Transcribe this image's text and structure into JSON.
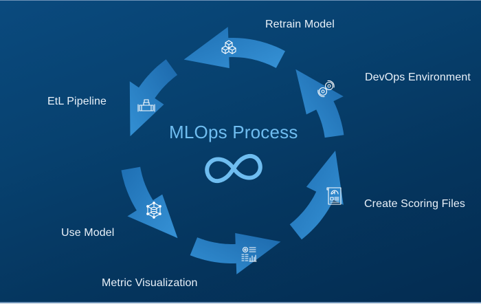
{
  "diagram": {
    "title": "MLOps Process",
    "center_icon": "infinity-icon",
    "flow_direction": "counterclockwise",
    "steps": [
      {
        "label": "Retrain Model",
        "icon": "cubes-icon"
      },
      {
        "label": "EtL Pipeline",
        "icon": "pipe-valve-icon"
      },
      {
        "label": "Use Model",
        "icon": "network-model-icon"
      },
      {
        "label": "Metric Visualization",
        "icon": "metrics-dashboard-icon"
      },
      {
        "label": "Create Scoring Files",
        "icon": "scoring-document-icon"
      },
      {
        "label": "DevOps Environment",
        "icon": "gears-cycle-icon"
      }
    ]
  },
  "colors": {
    "background_top": "#0a4a7e",
    "background_bottom": "#042c51",
    "arrow_light": "#2f8bd0",
    "arrow_dark": "#1a64a6",
    "title": "#6fbdf0",
    "label": "#e9f1f9",
    "icon": "#ffffff"
  }
}
